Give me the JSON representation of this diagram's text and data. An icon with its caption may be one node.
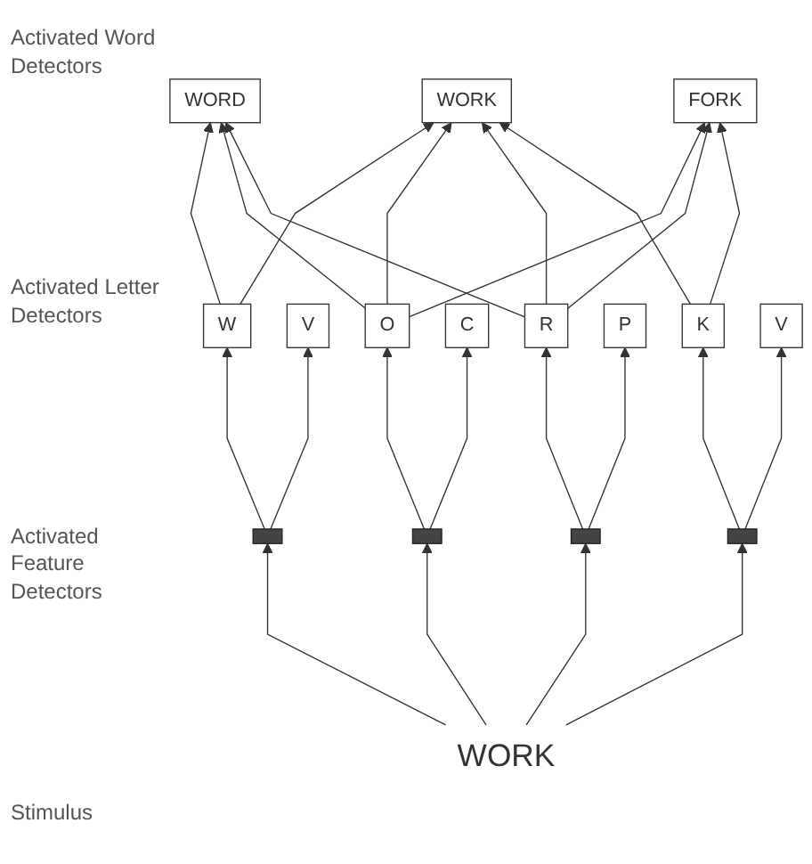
{
  "diagram": {
    "nodes": [
      {
        "text": [
          "FORK"
        ]
      },
      {
        "text": [
          "WORD"
        ]
      },
      {
        "text": [
          "WORK"
        ]
      },
      {
        "text": [
          "W"
        ]
      },
      {
        "text": [
          "V"
        ]
      },
      {
        "text": [
          "O"
        ]
      },
      {
        "text": [
          "C"
        ]
      },
      {
        "text": [
          "R"
        ]
      },
      {
        "text": [
          "P"
        ]
      },
      {
        "text": [
          "K"
        ]
      },
      {
        "text": [
          "V"
        ]
      },
      {
        "text": [],
        "shape": "box"
      },
      {
        "text": [],
        "shape": "box"
      },
      {
        "text": [],
        "shape": "box"
      },
      {
        "text": [],
        "shape": "box"
      },
      {
        "text": [
          "WORK"
        ]
      }
    ],
    "edges": [
      {
        "from": 15,
        "to": 11,
        "arrow": "to"
      },
      {
        "from": 15,
        "to": 12,
        "arrow": "to"
      },
      {
        "from": 15,
        "to": 13,
        "arrow": "to"
      },
      {
        "from": 15,
        "to": 14,
        "arrow": "to"
      },
      {
        "from": 11,
        "to": 3,
        "arrow": "to"
      },
      {
        "from": 11,
        "to": 4,
        "arrow": "to"
      },
      {
        "from": 12,
        "to": 5,
        "arrow": "to"
      },
      {
        "from": 12,
        "to": 6,
        "arrow": "to"
      },
      {
        "from": 13,
        "to": 7,
        "arrow": "to"
      },
      {
        "from": 13,
        "to": 8,
        "arrow": "to"
      },
      {
        "from": 14,
        "to": 9,
        "arrow": "to"
      },
      {
        "from": 14,
        "to": 10,
        "arrow": "to"
      },
      {
        "from": 3,
        "to": 1,
        "arrow": "to"
      },
      {
        "from": 3,
        "to": 2,
        "arrow": "to"
      },
      {
        "from": 5,
        "to": 0,
        "arrow": "to"
      },
      {
        "from": 5,
        "to": 1,
        "arrow": "to"
      },
      {
        "from": 5,
        "to": 2,
        "arrow": "to"
      },
      {
        "from": 7,
        "to": 0,
        "arrow": "to"
      },
      {
        "from": 7,
        "to": 1,
        "arrow": "to"
      },
      {
        "from": 7,
        "to": 2,
        "arrow": "to"
      },
      {
        "from": 9,
        "to": 0,
        "arrow": "to"
      },
      {
        "from": 9,
        "to": 2,
        "arrow": "to"
      }
    ],
    "labels": [
      "Activated Word Detectors",
      "Activated Letter Detectors",
      "Activated Feature Detectors",
      "Stimulus"
    ]
  }
}
